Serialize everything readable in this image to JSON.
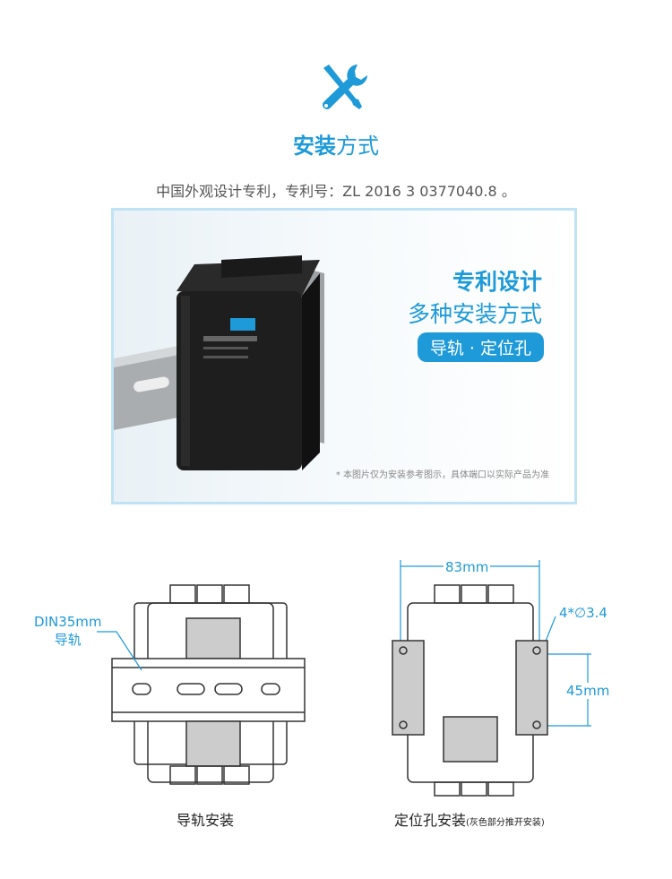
{
  "header": {
    "icon": "wrench-screwdriver-icon",
    "title_bold": "安装",
    "title_rest": "方式",
    "patent": "中国外观设计专利，专利号：ZL 2016 3 0377040.8 。"
  },
  "banner": {
    "headline": "专利设计",
    "subheadline": "多种安装方式",
    "pill": "导轨 · 定位孔",
    "note": "* 本图片仅为安装参考图示，具体端口以实际产品为准"
  },
  "diagrams": {
    "left": {
      "label_line1": "DIN35mm",
      "label_line2": "导轨",
      "caption": "导轨安装"
    },
    "right": {
      "width_dim": "83mm",
      "hole_spec": "4*∅3.4",
      "height_dim": "45mm",
      "caption": "定位孔安装",
      "caption_note": "(灰色部分推开安装)"
    }
  },
  "colors": {
    "accent": "#1e9ad8"
  }
}
